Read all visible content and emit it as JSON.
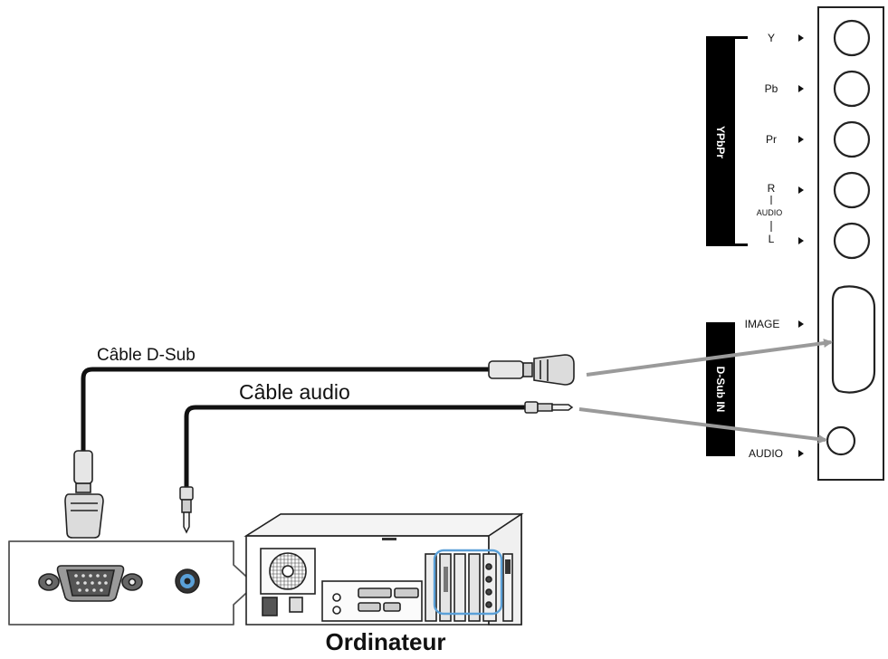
{
  "panel": {
    "group_component_label": "YPbPr",
    "group_dsub_label": "D-Sub IN",
    "jack_y": "Y",
    "jack_pb": "Pb",
    "jack_pr": "Pr",
    "audio_r": "R",
    "audio_mid": "AUDIO",
    "audio_l": "L",
    "image_port": "IMAGE",
    "audio_port": "AUDIO"
  },
  "cables": {
    "dsub_label": "Câble D-Sub",
    "audio_label": "Câble audio"
  },
  "computer": {
    "label": "Ordinateur"
  },
  "colors": {
    "cable": "#111111",
    "arrow": "#9a9a9a",
    "highlight": "#5aa0d8",
    "panel_bg": "#ffffff",
    "outline": "#222222"
  }
}
